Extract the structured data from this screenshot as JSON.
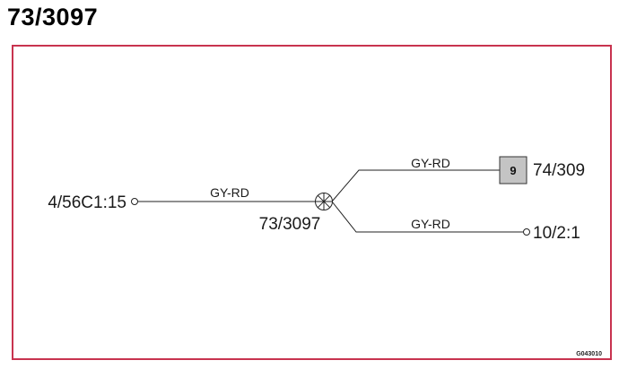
{
  "header": {
    "title": "73/3097"
  },
  "diagram": {
    "frame_color": "#c8334f",
    "connectors": {
      "left_terminal": "4/56C1:15",
      "splice": "73/3097",
      "component_box_number": "9",
      "component_label": "74/309",
      "right_terminal": "10/2:1"
    },
    "wires": {
      "main": "GY-RD",
      "upper_branch": "GY-RD",
      "lower_branch": "GY-RD"
    },
    "drawing_code": "G043010",
    "icons": {
      "splice": "splice-node-icon",
      "terminal": "terminal-circle-icon",
      "component": "component-box-icon"
    }
  }
}
